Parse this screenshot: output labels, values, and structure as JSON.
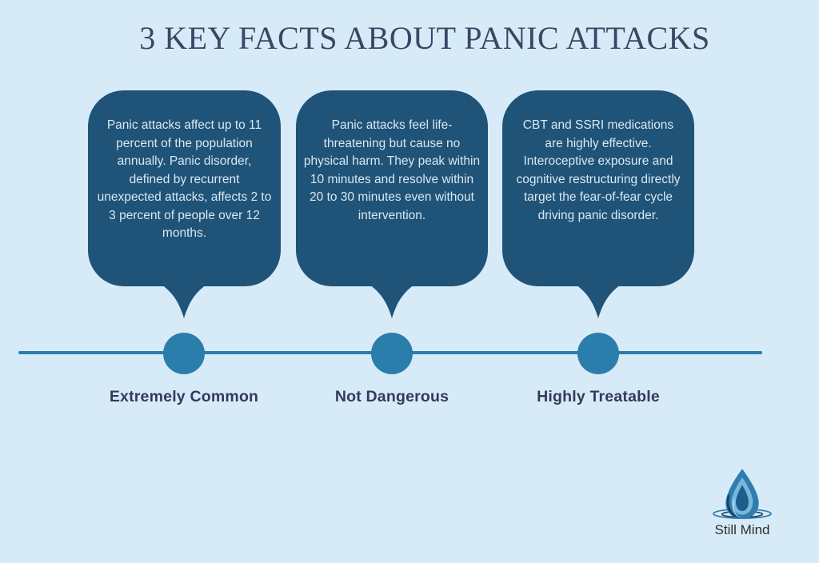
{
  "title": "3 KEY FACTS ABOUT PANIC ATTACKS",
  "facts": [
    {
      "body": "Panic attacks affect up to 11 percent of the population annually. Panic disorder, defined by recurrent unexpected attacks, affects 2 to 3 percent of people over 12 months.",
      "label": "Extremely Common"
    },
    {
      "body": "Panic attacks feel life-threatening but cause no physical harm. They peak within 10 minutes and resolve within 20 to 30 minutes even without intervention.",
      "label": "Not Dangerous"
    },
    {
      "body": "CBT and SSRI medications are highly effective. Interoceptive exposure and cognitive restructuring directly target the fear-of-fear cycle driving panic disorder.",
      "label": "Highly Treatable"
    }
  ],
  "brand": {
    "name": "Still Mind"
  },
  "icons": [
    "speech-bubble-icon",
    "timeline-dot-icon",
    "water-drop-icon",
    "ripple-icon"
  ],
  "colors": {
    "background": "#d6ebf7",
    "bubble": "#1f5377",
    "accent": "#2b7dab",
    "title_text": "#3b4664",
    "label_text": "#35395c",
    "bubble_text": "#d9e8f2",
    "brand_text": "#2e2e2e",
    "drop_main": "#2e7cb0",
    "drop_dark": "#173f63",
    "drop_light": "#79b7d9",
    "drop_core": "#1d5d8c"
  }
}
